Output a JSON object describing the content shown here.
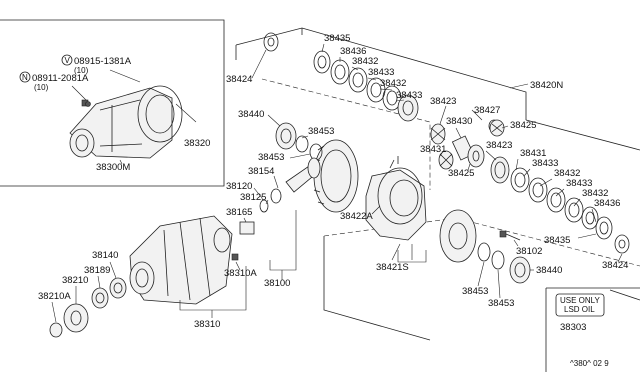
{
  "callouts": [
    {
      "id": "c38435a",
      "text": "38435"
    },
    {
      "id": "c38436a",
      "text": "38436"
    },
    {
      "id": "c38432a",
      "text": "38432"
    },
    {
      "id": "c38433a",
      "text": "38433"
    },
    {
      "id": "c38432b",
      "text": "38432"
    },
    {
      "id": "c38433b",
      "text": "38433"
    },
    {
      "id": "c38424a",
      "text": "38424"
    },
    {
      "id": "c38420N",
      "text": "38420N"
    },
    {
      "id": "c38423a",
      "text": "38423"
    },
    {
      "id": "c38427",
      "text": "38427"
    },
    {
      "id": "c38430",
      "text": "38430"
    },
    {
      "id": "c38425a",
      "text": "38425"
    },
    {
      "id": "c38431a",
      "text": "38431"
    },
    {
      "id": "c38423b",
      "text": "38423"
    },
    {
      "id": "c38431b",
      "text": "38431"
    },
    {
      "id": "c38425b",
      "text": "38425"
    },
    {
      "id": "c38433c",
      "text": "38433"
    },
    {
      "id": "c38432c",
      "text": "38432"
    },
    {
      "id": "c38433d",
      "text": "38433"
    },
    {
      "id": "c38432d",
      "text": "38432"
    },
    {
      "id": "c38436b",
      "text": "38436"
    },
    {
      "id": "c38435b",
      "text": "38435"
    },
    {
      "id": "c38424b",
      "text": "38424"
    },
    {
      "id": "c38440a",
      "text": "38440"
    },
    {
      "id": "c38453a",
      "text": "38453"
    },
    {
      "id": "c38453b",
      "text": "38453"
    },
    {
      "id": "c38154",
      "text": "38154"
    },
    {
      "id": "c38120",
      "text": "38120"
    },
    {
      "id": "c38125",
      "text": "38125"
    },
    {
      "id": "c38165",
      "text": "38165"
    },
    {
      "id": "c38422A",
      "text": "38422A"
    },
    {
      "id": "c38421S",
      "text": "38421S"
    },
    {
      "id": "c38100",
      "text": "38100"
    },
    {
      "id": "c38310A",
      "text": "38310A"
    },
    {
      "id": "c38140",
      "text": "38140"
    },
    {
      "id": "c38189",
      "text": "38189"
    },
    {
      "id": "c38210",
      "text": "38210"
    },
    {
      "id": "c38210A",
      "text": "38210A"
    },
    {
      "id": "c38310",
      "text": "38310"
    },
    {
      "id": "c38102",
      "text": "38102"
    },
    {
      "id": "c38440b",
      "text": "38440"
    },
    {
      "id": "c38453c",
      "text": "38453"
    },
    {
      "id": "c38453d",
      "text": "38453"
    },
    {
      "id": "c38303",
      "text": "38303"
    },
    {
      "id": "c38320",
      "text": "38320"
    },
    {
      "id": "c38300M",
      "text": "38300M"
    }
  ],
  "inset": {
    "bolt_v_symbol": "V",
    "bolt_v_code": "08915-1381A",
    "bolt_v_qty": "(10)",
    "nut_n_symbol": "N",
    "nut_n_code": "08911-2081A",
    "nut_n_qty": "(10)"
  },
  "label_plate": {
    "line1": "USE ONLY",
    "line2": "LSD OIL"
  },
  "diagram_code": "^380^ 02 9"
}
